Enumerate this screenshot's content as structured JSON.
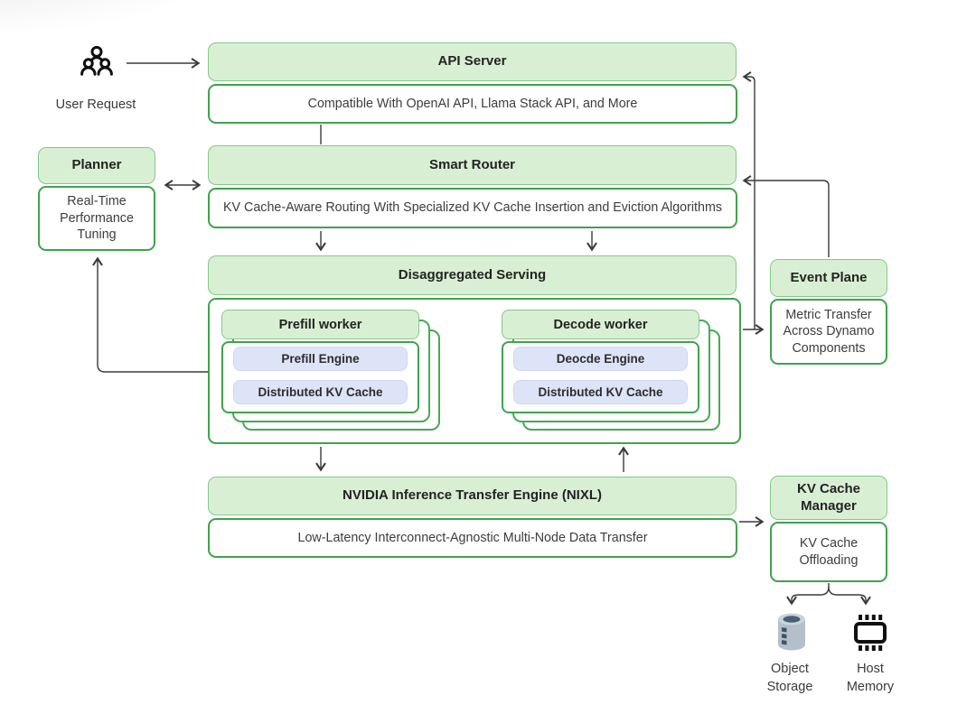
{
  "user_request": {
    "label": "User Request"
  },
  "api_server": {
    "title": "API Server",
    "subtitle": "Compatible With OpenAI API, Llama Stack API, and More"
  },
  "planner": {
    "title": "Planner",
    "subtitle": "Real-Time Performance Tuning"
  },
  "smart_router": {
    "title": "Smart Router",
    "subtitle": "KV Cache-Aware Routing With Specialized KV Cache Insertion and Eviction Algorithms"
  },
  "disaggregated_serving": {
    "title": "Disaggregated Serving",
    "prefill_worker": {
      "title": "Prefill worker",
      "engine": "Prefill Engine",
      "cache": "Distributed KV Cache"
    },
    "decode_worker": {
      "title": "Decode worker",
      "engine": "Deocde Engine",
      "cache": "Distributed KV Cache"
    }
  },
  "event_plane": {
    "title": "Event Plane",
    "subtitle": "Metric Transfer Across Dynamo Components"
  },
  "nixl": {
    "title": "NVIDIA Inference Transfer Engine (NIXL)",
    "subtitle": "Low-Latency Interconnect-Agnostic Multi-Node Data Transfer"
  },
  "kv_cache_manager": {
    "title": "KV Cache Manager",
    "subtitle": "KV Cache Offloading"
  },
  "storage_targets": {
    "object_storage": "Object Storage",
    "host_memory": "Host Memory"
  },
  "colors": {
    "node_header_fill": "#d9efd4",
    "node_header_border": "#83c987",
    "node_body_border": "#3fa24d",
    "pill_fill": "#dee4f8",
    "arrow": "#3a3a3a",
    "object_storage_gray": "#b4bfca",
    "object_storage_dark": "#4a6076"
  }
}
